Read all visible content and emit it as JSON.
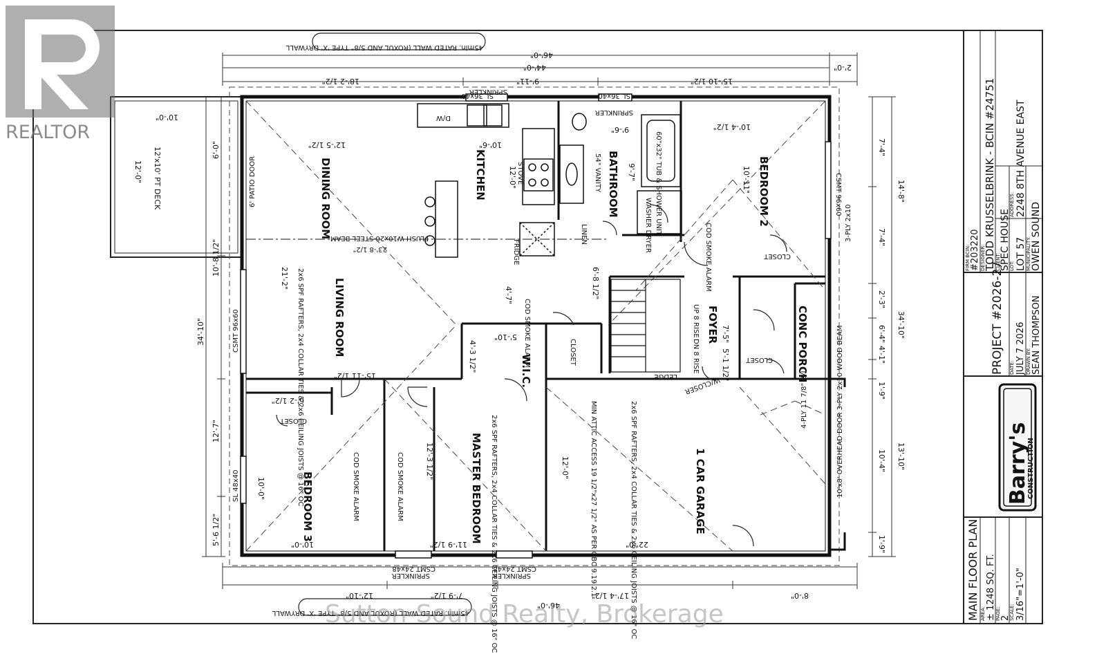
{
  "watermark": {
    "realtor": "REALTOR",
    "brokerage": "Sutton-Sound Realty, Brokerage"
  },
  "title_block": {
    "firm_bcin_label": "FIRM BCIN:",
    "firm_bcin": "#203220",
    "designer_label": "DESIGNER:",
    "designer": "TODD KRUSSELBRINK - BCIN #24751",
    "client_label": "CLIENT:",
    "client": "SPEC HOUSE",
    "lot_label": "LOT:",
    "lot": "LOT 57",
    "address_label": "ADDRESS:",
    "address": "2248 8TH AVENUE EAST",
    "municipality_label": "MUNICIPALITY:",
    "municipality": "OWEN SOUND",
    "project": "PROJECT #2026-27",
    "date_label": "DATE:",
    "date": "JULY 7 2026",
    "drawn_by_label": "DRAWN BY:",
    "drawn_by": "SEAN THOMPSON",
    "sheet_title": "MAIN FLOOR PLAN",
    "area_label": "AREA:",
    "area": "± 1248 SQ. FT.",
    "page_label": "PAGE:",
    "page": "2",
    "scale_label": "SCALE:",
    "scale": "3/16\"=1'-0\"",
    "logo_text_1": "Barry's",
    "logo_text_2": "CONSTRUCTION"
  },
  "rooms": {
    "dining_room": "DINING ROOM",
    "kitchen": "KITCHEN",
    "bathroom": "BATHROOM",
    "bedroom_2": "BEDROOM 2",
    "living_room": "LIVING ROOM",
    "foyer": "FOYER",
    "conc_porch": "CONC PORCH",
    "wic": "W.I.C.",
    "closet_hall": "CLOSET",
    "bedroom_3": "BEDROOM 3",
    "master_bedroom": "MASTER BEDROOM",
    "garage": "1 CAR GARAGE",
    "deck": "12'x10' PT DECK",
    "closet_b2": "CLOSET",
    "closet_foyer": "CLOSET",
    "closet_b3": "CLOSET"
  },
  "notes": {
    "fire_wall_top": "45min. RATED WALL (ROXUL AND 5/8\" TYPE 'X' DRYWALL",
    "fire_wall_bottom": "45min. RATED WALL (ROXUL AND 5/8\" TYPE 'X' DRYWALL",
    "sprinkler": "SPRINKLER",
    "sl_top": "SL 36x40",
    "sl_bath": "SL 36x40",
    "csmt_b2": "CSMT 96x60",
    "csmt_living": "CSMT 96x60",
    "sl_b3": "SL 48x40",
    "csmt_bottom_1": "CSMT 24x48",
    "csmt_bottom_2": "CSMT 24x48",
    "patio_door": "6' PATIO DOOR",
    "steel_beam": "FLUSH W10x26 STEEL BEAM",
    "rafters_living": "2x6 SPF RAFTERS, 2x4 COLLAR TIES & 2x6 CEILING JOISTS @ 16\" OC",
    "rafters_master": "2x6 SPF RAFTERS, 2x4 COLLAR TIES & 2x6 CEILING JOISTS @ 16\" OC",
    "rafters_garage": "2x6 SPF RAFTERS, 2x4 COLLAR TIES & 2x6 CEILING JOISTS @ 16\" OC",
    "attic_access": "MIN ATTIC ACCESS 19 1/2\"x27 1/2\" AS PER OBC 9.19.2.1",
    "vanity": "54\" VANITY",
    "tub": "60\"x32\" TUB & SHOWER UNIT",
    "stove": "STOVE",
    "fridge": "FRIDGE",
    "dw": "D/W",
    "linen": "LINEN",
    "washer_dryer": "WASHER DRYER",
    "cod_smoke_1": "COD SMOKE ALARM",
    "cod_smoke_2": "COD SMOKE ALARM",
    "cod_smoke_3": "COD SMOKE ALARM",
    "cod_smoke_4": "COD SMOKE ALARM",
    "up_rise": "UP 8 RISE",
    "dn_rise": "DN 8 RISE",
    "ledge": "LEDGE",
    "w_closer": "W/CLOSER",
    "lvl_beam": "4-PLY 11 7/8\" LVL",
    "overhead_door": "10'x8' OVERHEAD DOOR 3-PLY 2x10 WOOD BEAM",
    "ply_2x10": "3-PLY 2x10"
  },
  "dimensions": {
    "top_overall_1": "46'-0\"",
    "top_overall_2": "44'-0\"",
    "top_seg_1": "18'-2 1/2\"",
    "top_seg_2": "9'-11\"",
    "top_seg_3": "15'-10 1/2\"",
    "top_right": "2'-0\"",
    "deck_width": "10'-0\"",
    "deck_depth": "12'-0\"",
    "left_1": "6'-0\"",
    "left_2": "10'-8 1/2\"",
    "left_3": "12'-7\"",
    "left_4": "5'-6 1/2\"",
    "left_overall": "34'-10\"",
    "right_1": "7'-4\"",
    "right_2": "14'-8\"",
    "right_3": "7'-4\"",
    "right_4": "2'-3\"",
    "right_5": "6'-4\"",
    "right_6": "4'-1\"",
    "right_7": "1'-9\"",
    "right_8": "10'-4\"",
    "right_9": "13'-10\"",
    "right_10": "1'-9\"",
    "right_overall": "34'-10\"",
    "bottom_seg_1": "12'-10\"",
    "bottom_seg_2": "7'-9 1/2\"",
    "bottom_seg_3": "17'-4 1/2\"",
    "bottom_seg_4": "8'-0\"",
    "bottom_overall": "46'-0\"",
    "dining_w": "12'-5 1/2\"",
    "kitchen_w": "10'-6\"",
    "bath_w": "9'-6\"",
    "b2_w": "10'-4 1/2\"",
    "living_w": "15'-11 1/2\"",
    "living_d": "21'-2\"",
    "beam_len": "23'-8 1/2\"",
    "kitchen_d": "12'-0\"",
    "bath_d": "9'-7\"",
    "b2_d": "10'-11\"",
    "b3_w": "10'-0\"",
    "b3_d": "10'-0\"",
    "master_w": "11'-9 1/2\"",
    "master_d": "12'-3 1/2\"",
    "garage_w": "22'-0\"",
    "garage_d": "12'-0\"",
    "closet_b3_w": "6'-2 1/2\"",
    "wic_w": "5'-10\"",
    "wic_d": "4'-3 1/2\"",
    "hall_w": "4'-7\"",
    "hall_d": "6'-8 1/2\"",
    "foyer_w": "7'-5\"",
    "foyer_d": "5'-1 1/2\""
  }
}
